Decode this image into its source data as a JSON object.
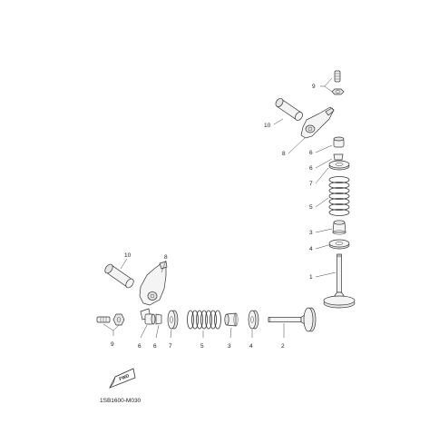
{
  "diagram": {
    "code": "1SB1600-M030",
    "fwd_label": "FWD",
    "callouts": {
      "right_9": "9",
      "right_10": "10",
      "right_8": "8",
      "right_6a": "6",
      "right_6b": "6",
      "right_7": "7",
      "right_5": "5",
      "right_3": "3",
      "right_4": "4",
      "right_1": "1",
      "left_10": "10",
      "left_8": "8",
      "left_9": "9",
      "left_6a": "6",
      "left_6b": "6",
      "left_7": "7",
      "left_5": "5",
      "left_3": "3",
      "left_4": "4",
      "left_2": "2"
    }
  }
}
